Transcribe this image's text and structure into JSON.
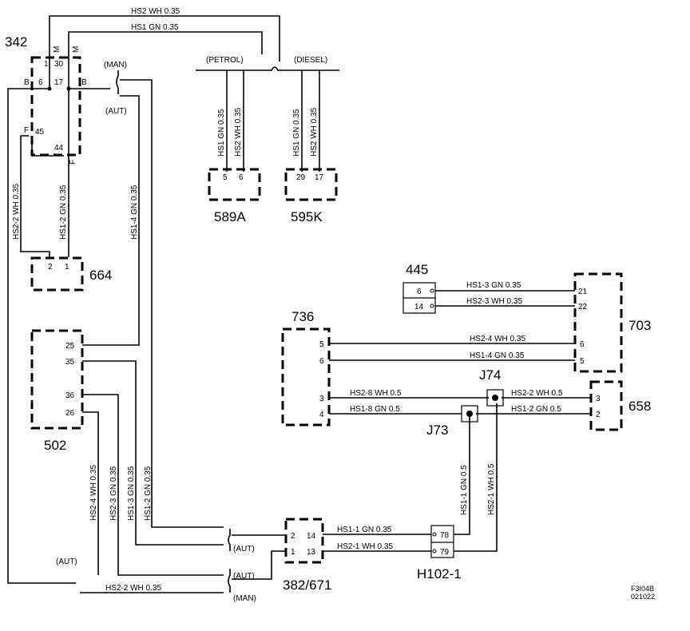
{
  "components": {
    "c342": "342",
    "c589a": "589A",
    "c595k": "595K",
    "c664": "664",
    "c445": "445",
    "c736": "736",
    "c703": "703",
    "c658": "658",
    "c502": "502",
    "c382": "382/671",
    "h102": "H102-1",
    "j74": "J74",
    "j73": "J73"
  },
  "notes": {
    "petrol": "(PETROL)",
    "diesel": "(DIESEL)",
    "man_top": "(MAN)",
    "aut_top": "(AUT)",
    "aut_mid": "(AUT)",
    "aut_left": "(AUT)",
    "aut_bottom": "(AUT)",
    "man_bottom": "(MAN)"
  },
  "wires": {
    "hs2_top": "HS2  WH  0.35",
    "hs1_top": "HS1  GN  0.35",
    "hs1_589a": "HS1  GN  0.35",
    "hs2_589a": "HS2  WH  0.35",
    "hs1_595k": "HS1  GN  0.35",
    "hs2_595k": "HS2  WH  0.35",
    "hs2_2_left": "HS2-2  WH  0.35",
    "hs1_2_left": "HS1-2  GN  0.35",
    "hs1_4_mid": "HS1-4  GN  0.35",
    "hs1_3_445": "HS1-3  GN  0.35",
    "hs2_3_445": "HS2-3  WH  0.35",
    "hs2_4_736": "HS2-4  WH  0.35",
    "hs1_4_736": "HS1-4  GN  0.35",
    "hs2_8": "HS2-8  WH  0.5",
    "hs1_8": "HS1-8  GN  0.5",
    "hs2_2_658": "HS2-2  WH 0.5",
    "hs1_2_658": "HS1-2  GN  0.5",
    "hs1_1_v": "HS1-1  GN  0.5",
    "hs2_1_v": "HS2-1  WH  0.5",
    "hs2_4_502": "HS2-4  WH  0.35",
    "hs2_3_502": "HS2-3  GN  0.35",
    "hs1_3_502": "HS1-3  GN  0.35",
    "hs1_2_502": "HS1-2  GN  0.35",
    "hs1_1_h": "HS1-1  GN   0.35",
    "hs2_1_h": "HS2-1  WH   0.35",
    "hs2_2_bottom": "HS2-2  WH  0.35"
  },
  "pins": {
    "p342_1": "1",
    "p342_30": "30",
    "p342_m1": "M",
    "p342_m2": "M",
    "p342_6": "6",
    "p342_17": "17",
    "p342_b1": "B",
    "p342_b2": "B",
    "p342_f1": "F",
    "p342_45": "45",
    "p342_44": "44",
    "p342_f2": "F",
    "p589a_5": "5",
    "p589a_6": "6",
    "p595k_29": "29",
    "p595k_17": "17",
    "p664_2": "2",
    "p664_1": "1",
    "p445_6": "6",
    "p445_14": "14",
    "p703_21": "21",
    "p703_22": "22",
    "p703_6": "6",
    "p703_5": "5",
    "p736_5": "5",
    "p736_6": "6",
    "p736_3": "3",
    "p736_4": "4",
    "p658_3": "3",
    "p658_2": "2",
    "p502_25": "25",
    "p502_35": "35",
    "p502_36": "36",
    "p502_26": "26",
    "p382_2": "2",
    "p382_1": "1",
    "p382_14": "14",
    "p382_13": "13",
    "ph102_78": "78",
    "ph102_79": "79"
  },
  "ref": {
    "code": "F3I04B",
    "date": "021022"
  }
}
